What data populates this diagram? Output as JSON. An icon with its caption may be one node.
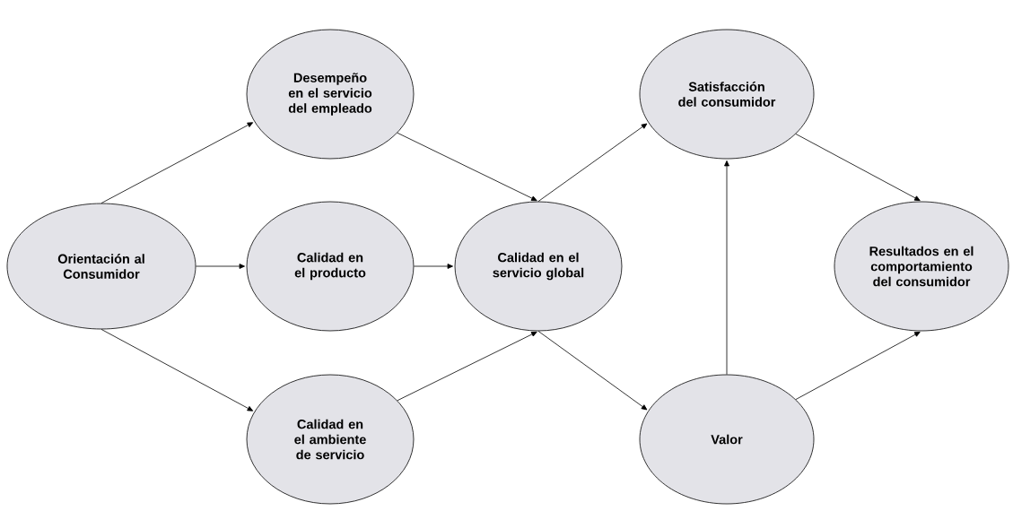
{
  "diagram": {
    "nodes": [
      {
        "text": [
          "Orientación al Consumidor"
        ]
      },
      {
        "text": [
          "Desempeño en el servicio del empleado"
        ]
      },
      {
        "text": [
          "Calidad en el producto"
        ]
      },
      {
        "text": [
          "Calidad en el ambiente de servicio"
        ]
      },
      {
        "text": [
          "Calidad en el servicio global"
        ]
      },
      {
        "text": [
          "Satisfacción del consumidor"
        ]
      },
      {
        "text": [
          "Valor"
        ]
      },
      {
        "text": [
          "Resultados en el comportamiento del consumidor"
        ]
      }
    ],
    "edges": [
      {
        "from": 0,
        "to": 1,
        "arrow": "to"
      },
      {
        "from": 0,
        "to": 2,
        "arrow": "to"
      },
      {
        "from": 0,
        "to": 3,
        "arrow": "to"
      },
      {
        "from": 1,
        "to": 4,
        "arrow": "to"
      },
      {
        "from": 2,
        "to": 4,
        "arrow": "to"
      },
      {
        "from": 3,
        "to": 4,
        "arrow": "to"
      },
      {
        "from": 4,
        "to": 5,
        "arrow": "to"
      },
      {
        "from": 4,
        "to": 6,
        "arrow": "to"
      },
      {
        "from": 6,
        "to": 5,
        "arrow": "to"
      },
      {
        "from": 5,
        "to": 7,
        "arrow": "to"
      },
      {
        "from": 6,
        "to": 7,
        "arrow": "to"
      }
    ]
  }
}
